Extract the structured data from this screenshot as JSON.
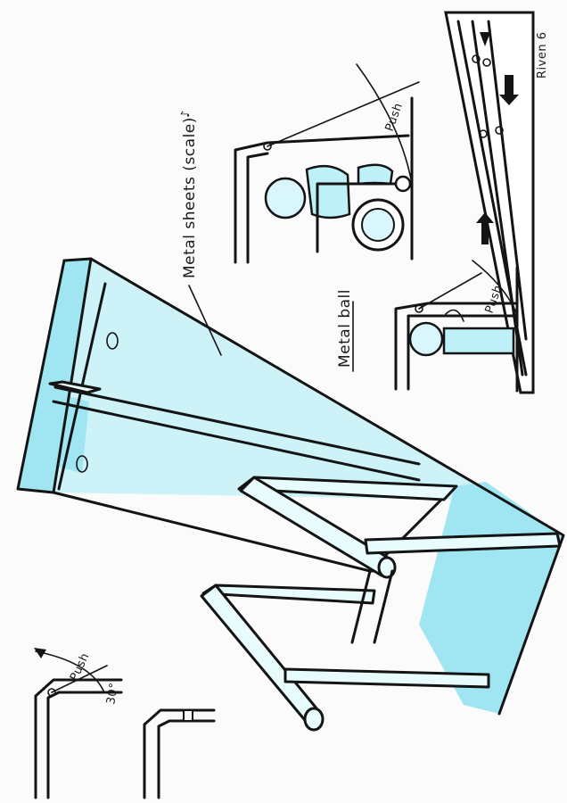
{
  "labels": {
    "metal_sheets": "Metal sheets (scale)",
    "metal_ball": "Metal ball",
    "push_chair": "Push",
    "push_bed": "Push",
    "push_detail": "Push",
    "angle": "30°",
    "author": "Riven 6"
  },
  "colors": {
    "ink": "#141414",
    "cyan_fill": "#9fe6f2",
    "paper": "#fbfbfb"
  },
  "icons": {
    "arrow_down": "arrow-down-icon",
    "arrow_up": "arrow-up-icon"
  }
}
